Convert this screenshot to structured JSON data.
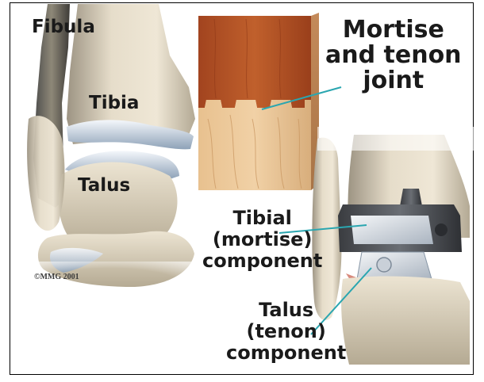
{
  "labels": {
    "fibula": "Fibula",
    "tibia": "Tibia",
    "talus": "Talus",
    "copyright": "©MMG 2001",
    "mortise_tenon": [
      "Mortise",
      "and tenon",
      "joint"
    ],
    "tibial_component": [
      "Tibial",
      "(mortise)",
      "component"
    ],
    "talus_component": [
      "Talus",
      "(tenon)",
      "component"
    ]
  },
  "colors": {
    "leader_line": "#2aa6b0",
    "bone": "#e3dac6",
    "cartilage": "#b9c8d8",
    "wood_top": "#b0522a",
    "wood_bottom": "#e9c49a",
    "implant": "#d9dfe6"
  }
}
